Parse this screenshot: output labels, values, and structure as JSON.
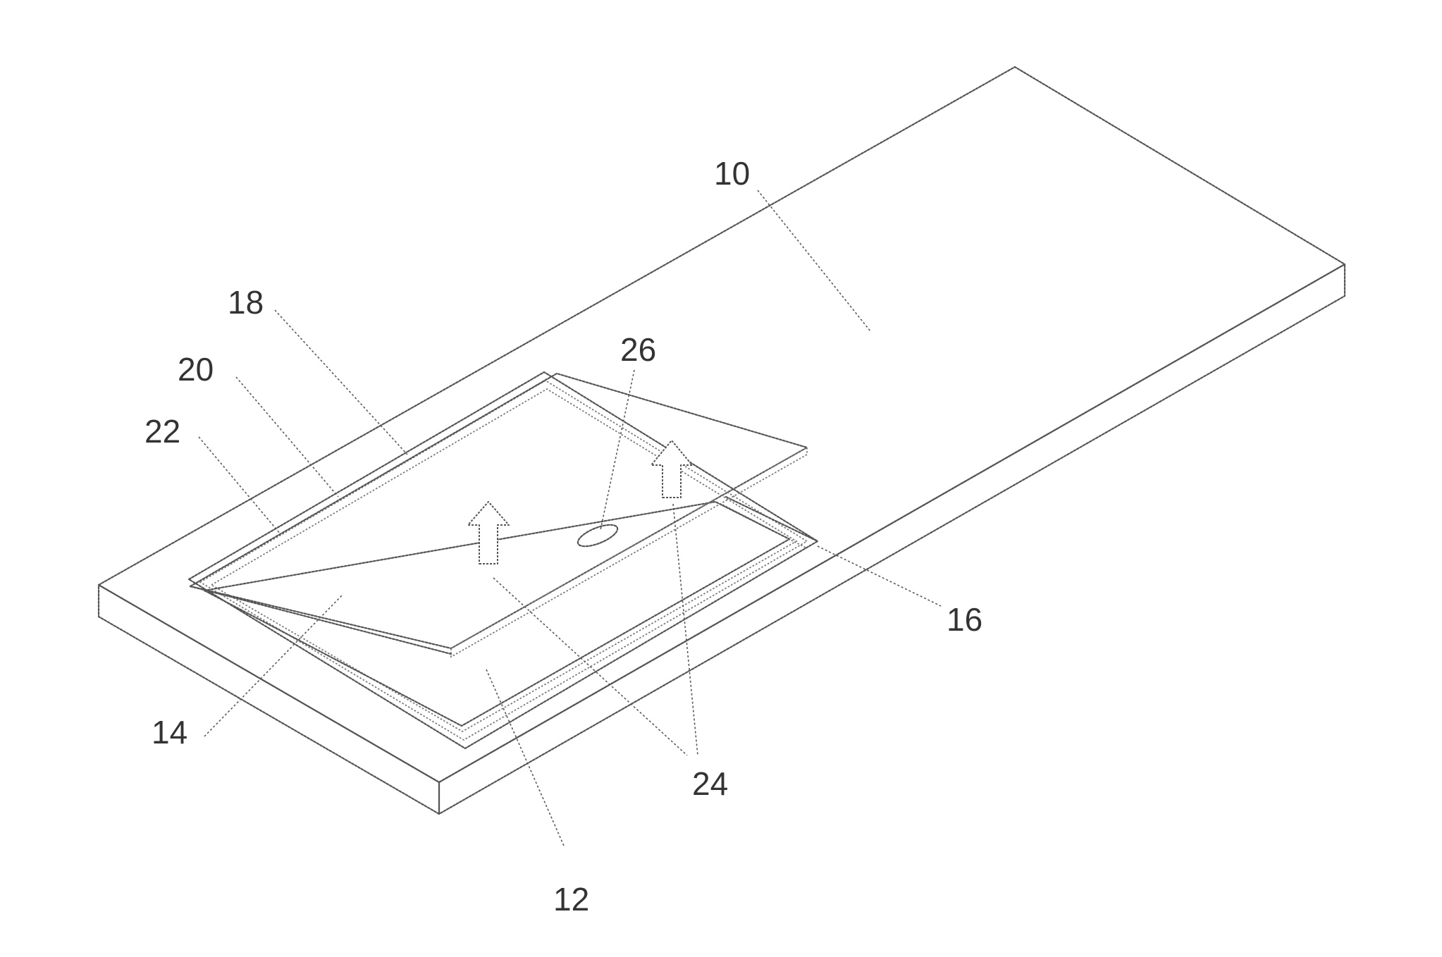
{
  "figure": {
    "labels": {
      "r10": "10",
      "r12": "12",
      "r14": "14",
      "r16": "16",
      "r18": "18",
      "r20": "20",
      "r22": "22",
      "r24": "24",
      "r26": "26"
    }
  }
}
